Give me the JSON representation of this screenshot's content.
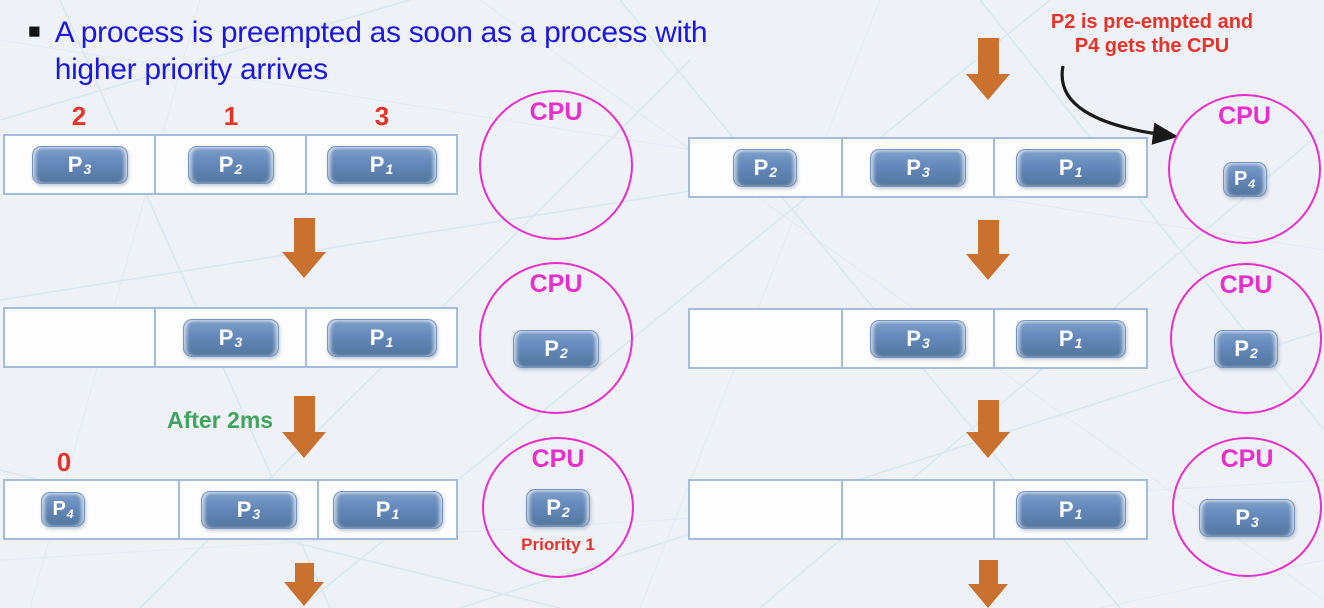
{
  "title": {
    "bullet": "■",
    "line1": "A process is preempted as soon as a process with",
    "line2": "higher priority arrives"
  },
  "labels": {
    "cpu": "CPU",
    "after": "After 2ms",
    "priority_caption": "Priority 1",
    "annotation_line1": "P2 is pre-empted and",
    "annotation_line2": "P4 gets the CPU"
  },
  "left_column": {
    "row1": {
      "priority_labels": [
        "2",
        "1",
        "3"
      ],
      "queue": [
        {
          "name": "P",
          "sub": "3"
        },
        {
          "name": "P",
          "sub": "2"
        },
        {
          "name": "P",
          "sub": "1"
        }
      ]
    },
    "row2": {
      "queue": [
        {
          "name": "P",
          "sub": "3"
        },
        {
          "name": "P",
          "sub": "1"
        }
      ],
      "cpu": {
        "name": "P",
        "sub": "2"
      }
    },
    "row3": {
      "priority_label": "0",
      "queue": [
        {
          "name": "P",
          "sub": "4"
        },
        {
          "name": "P",
          "sub": "3"
        },
        {
          "name": "P",
          "sub": "1"
        }
      ],
      "cpu": {
        "name": "P",
        "sub": "2"
      }
    }
  },
  "right_column": {
    "row1": {
      "queue": [
        {
          "name": "P",
          "sub": "2"
        },
        {
          "name": "P",
          "sub": "3"
        },
        {
          "name": "P",
          "sub": "1"
        }
      ],
      "cpu": {
        "name": "P",
        "sub": "4"
      }
    },
    "row2": {
      "queue": [
        {
          "name": "P",
          "sub": "3"
        },
        {
          "name": "P",
          "sub": "1"
        }
      ],
      "cpu": {
        "name": "P",
        "sub": "2"
      }
    },
    "row3": {
      "queue": [
        {
          "name": "P",
          "sub": "1"
        }
      ],
      "cpu": {
        "name": "P",
        "sub": "3"
      }
    }
  },
  "colors": {
    "title_blue": "#1c17dd",
    "accent_red": "#e5332a",
    "accent_green": "#41a35d",
    "magenta": "#e82ecb",
    "arrow_orange": "#c9712e",
    "process_blue": "#6488ba",
    "queue_border": "#a4bddc"
  }
}
